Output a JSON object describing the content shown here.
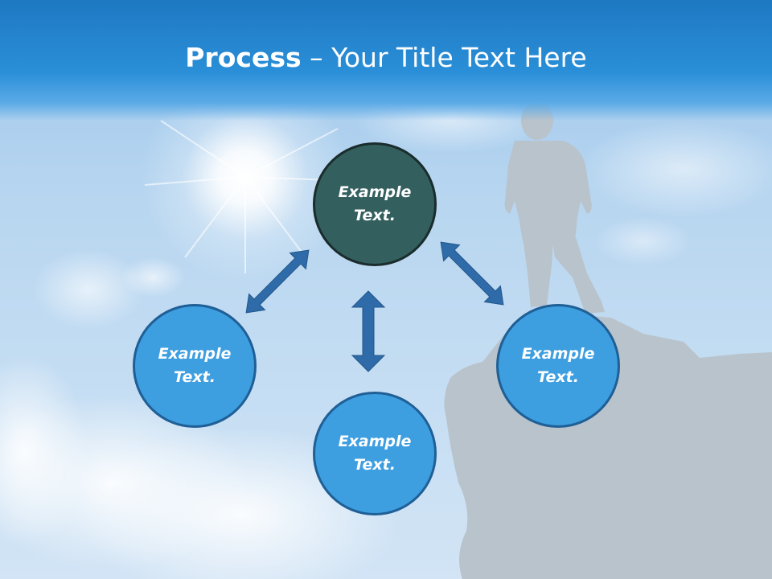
{
  "title": {
    "bold": "Process",
    "dash": " – ",
    "rest": "Your Title Text Here"
  },
  "nodes": [
    {
      "text": "Example Text."
    },
    {
      "text": "Example Text."
    },
    {
      "text": "Example Text."
    },
    {
      "text": "Example Text."
    }
  ],
  "colors": {
    "title_bar": "#2a8fd8",
    "node_blue": "#3d9ee0",
    "node_dark": "#33605f",
    "arrow": "#2e6ba8",
    "silhouette": "#b9c3cc"
  }
}
